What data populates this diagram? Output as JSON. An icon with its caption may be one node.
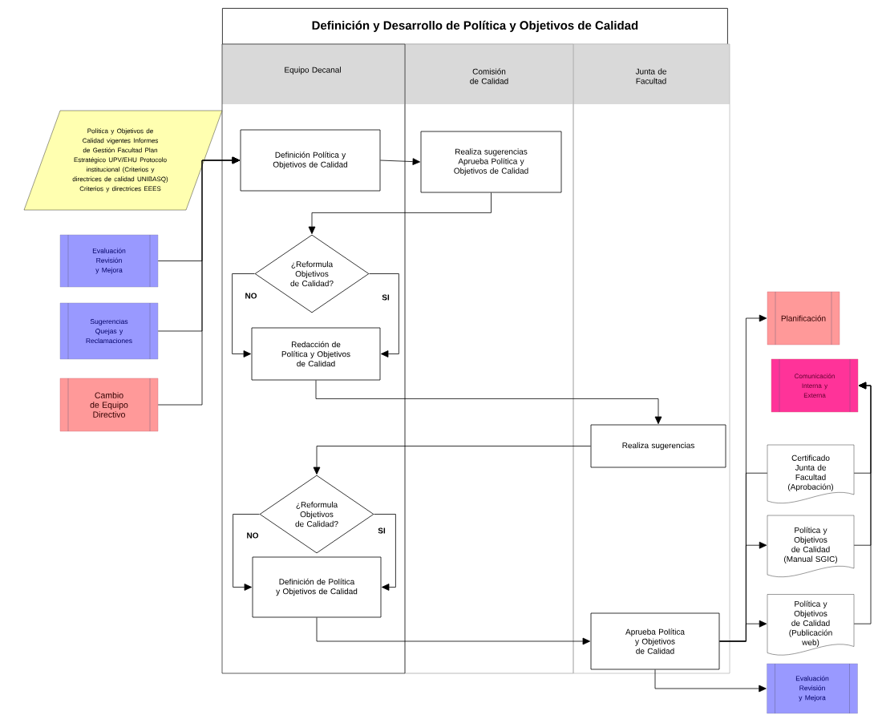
{
  "diagram": {
    "title": "Definición y Desarrollo de Política y Objetivos de Calidad",
    "nodes": [
      {
        "text": [
          "Equipo Decanal"
        ]
      },
      {
        "text": [
          "Comisión de Calidad"
        ]
      },
      {
        "text": [
          "Junta de Facultad"
        ]
      },
      {
        "text": [
          "Política y Objetivos de Calidad vigentes Informes de Gestión Facultad Plan Estratégico UPV/EHU Protocolo institucional (Criterios y directrices de calidad UNIBASQ) Criterios y directrices EEES"
        ]
      },
      {
        "text": [
          "Evaluación Revisión y Mejora"
        ]
      },
      {
        "text": [
          "Sugerencias Quejas y Reclamaciones"
        ]
      },
      {
        "text": [
          "Cambio de Equipo Directivo"
        ]
      },
      {
        "text": [
          "Definición Política y Objetivos de Calidad"
        ],
        "in": 0
      },
      {
        "text": [
          "Realiza sugerencias Aprueba Política y Objetivos de Calidad"
        ],
        "in": 1
      },
      {
        "text": [
          "¿Reformula Objetivos de Calidad?"
        ],
        "in": 0
      },
      {
        "text": [
          "Redacción de Política y Objetivos de Calidad"
        ],
        "in": 0
      },
      {
        "text": [
          "Realiza sugerencias"
        ],
        "in": 2
      },
      {
        "text": [
          "¿Reformula Objetivos de Calidad?"
        ],
        "in": 0
      },
      {
        "text": [
          "Definición de Política y Objetivos de Calidad"
        ],
        "in": 0
      },
      {
        "text": [
          "Aprueba Política y Objetivos de Calidad"
        ],
        "in": 2
      },
      {
        "text": [
          "Planificación"
        ]
      },
      {
        "text": [
          "Comunicación Interna y Externa"
        ]
      },
      {
        "text": [
          "Certificado Junta de Facultad (Aprobación)"
        ]
      },
      {
        "text": [
          "Política y Objetivos de Calidad (Manual SGIC)"
        ]
      },
      {
        "text": [
          "Política y Objetivos de Calidad (Publicación web)"
        ]
      },
      {
        "text": [
          "Evaluación Revisión y Mejora"
        ]
      }
    ],
    "edges": [
      {
        "from": 3,
        "to": 7,
        "arrow": "to"
      },
      {
        "from": 4,
        "to": 7,
        "arrow": "to"
      },
      {
        "from": 5,
        "to": 7,
        "arrow": "to"
      },
      {
        "from": 6,
        "to": 7,
        "arrow": "to"
      },
      {
        "from": 7,
        "to": 8,
        "arrow": "to"
      },
      {
        "from": 8,
        "to": 9,
        "arrow": "to"
      },
      {
        "from": 9,
        "to": 10,
        "arrow": "to",
        "label": "NO"
      },
      {
        "from": 9,
        "to": 10,
        "arrow": "to",
        "label": "SI"
      },
      {
        "from": 10,
        "to": 11,
        "arrow": "to"
      },
      {
        "from": 11,
        "to": 12,
        "arrow": "to"
      },
      {
        "from": 12,
        "to": 13,
        "arrow": "to",
        "label": "NO"
      },
      {
        "from": 12,
        "to": 13,
        "arrow": "to",
        "label": "SI"
      },
      {
        "from": 13,
        "to": 14,
        "arrow": "to"
      },
      {
        "from": 14,
        "to": 15,
        "arrow": "to"
      },
      {
        "from": 14,
        "to": 17,
        "arrow": "none"
      },
      {
        "from": 14,
        "to": 18,
        "arrow": "to"
      },
      {
        "from": 14,
        "to": 19,
        "arrow": "to"
      },
      {
        "from": 14,
        "to": 20,
        "arrow": "to"
      },
      {
        "from": 17,
        "to": 16,
        "arrow": "to"
      },
      {
        "from": 18,
        "to": 16,
        "arrow": "to"
      },
      {
        "from": 19,
        "to": 16,
        "arrow": "to"
      }
    ]
  }
}
